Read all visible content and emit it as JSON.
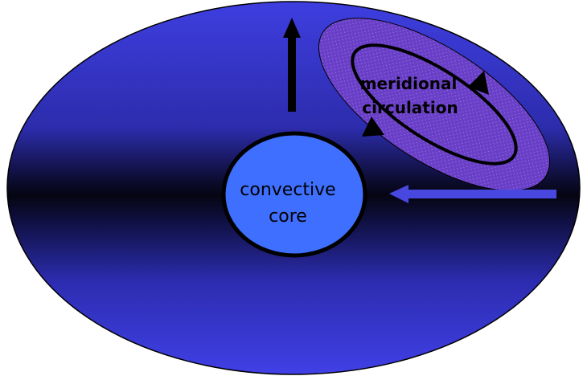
{
  "labels": {
    "core_line1": "convective",
    "core_line2": "core",
    "circulation_line1": "meridional",
    "circulation_line2": "circulation"
  },
  "colors": {
    "star_light": "#4040e0",
    "star_dark": "#050510",
    "core_fill": "#3f6fff",
    "cell_fill": "#6a3fc8",
    "inflow_arrow": "#4848e0",
    "outline": "#000000"
  },
  "icons": {
    "outflow": "arrow-up-icon",
    "inflow": "arrow-left-icon",
    "circulation": "circular-arrow-icon"
  }
}
